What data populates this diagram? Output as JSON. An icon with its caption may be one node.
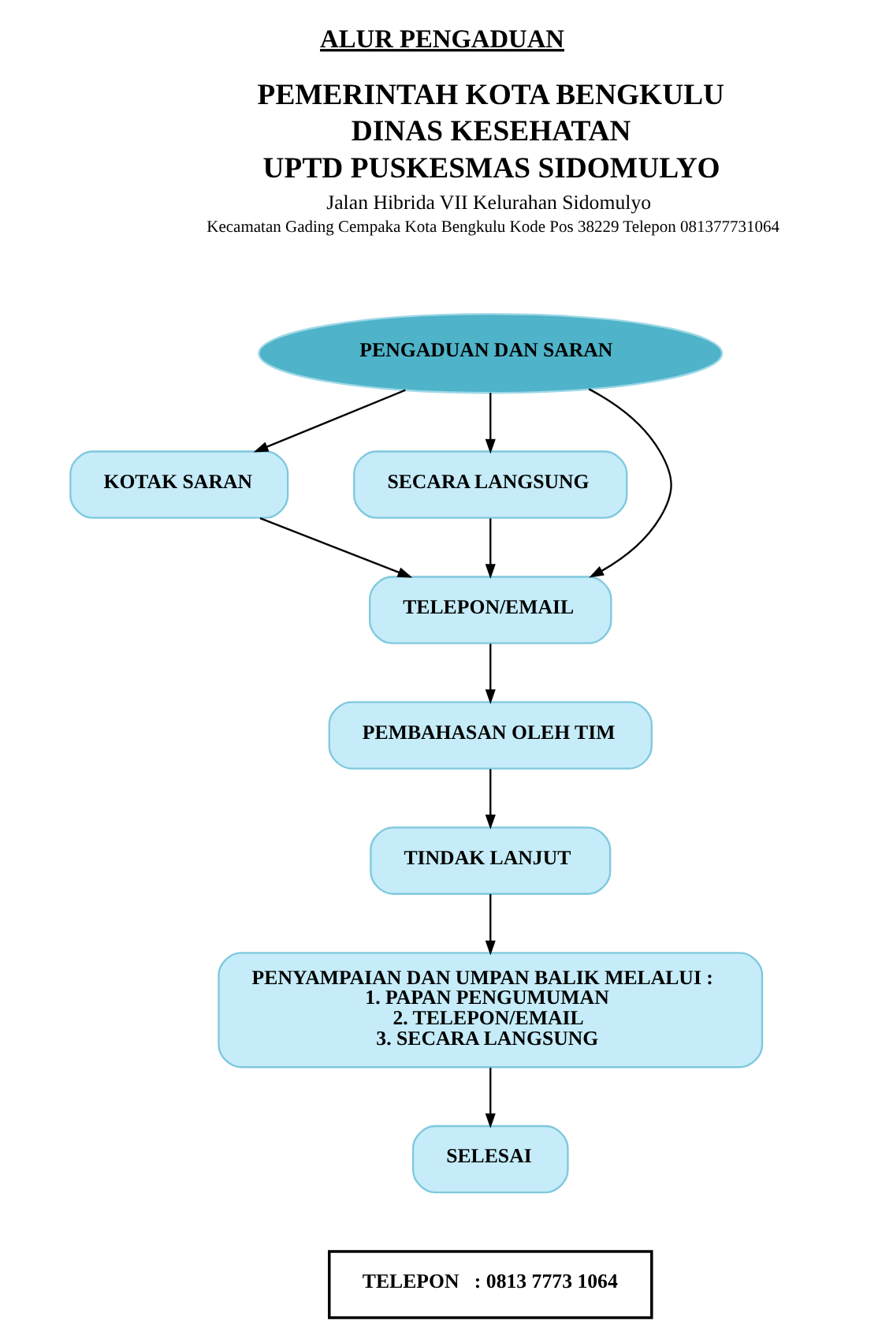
{
  "diagram": {
    "title": "ALUR PENGADUAN",
    "nodes": [
      {
        "text": [
          "PENGADUAN DAN SARAN"
        ]
      },
      {
        "text": [
          "KOTAK SARAN"
        ]
      },
      {
        "text": [
          "SECARA LANGSUNG"
        ]
      },
      {
        "text": [
          "TELEPON/EMAIL"
        ]
      },
      {
        "text": [
          "PEMBAHASAN OLEH TIM"
        ]
      },
      {
        "text": [
          "TINDAK LANJUT"
        ]
      },
      {
        "text": [
          "PENYAMPAIAN DAN UMPAN BALIK MELALUI :",
          "1. PAPAN PENGUMUMAN",
          "2. TELEPON/EMAIL",
          "3. SECARA LANGSUNG"
        ]
      },
      {
        "text": [
          "SELESAI"
        ]
      },
      {
        "text": [
          "TELEPON",
          ": 0813 7773 1064"
        ]
      }
    ],
    "edges": [
      {
        "from": 0,
        "to": 1,
        "arrow": "to"
      },
      {
        "from": 0,
        "to": 2,
        "arrow": "to"
      },
      {
        "from": 0,
        "to": 3,
        "arrow": "to"
      },
      {
        "from": 1,
        "to": 3,
        "arrow": "to"
      },
      {
        "from": 2,
        "to": 3,
        "arrow": "to"
      },
      {
        "from": 3,
        "to": 4,
        "arrow": "to"
      },
      {
        "from": 4,
        "to": 5,
        "arrow": "to"
      },
      {
        "from": 5,
        "to": 6,
        "arrow": "to"
      },
      {
        "from": 6,
        "to": 7,
        "arrow": "to"
      }
    ],
    "labels": [
      "PEMERINTAH KOTA BENGKULU",
      "DINAS KESEHATAN",
      "UPTD PUSKESMAS SIDOMULYO",
      "Jalan Hibrida VII Kelurahan Sidomulyo",
      "Kecamatan Gading Cempaka Kota Bengkulu Kode Pos 38229 Telepon 081377731064"
    ]
  }
}
